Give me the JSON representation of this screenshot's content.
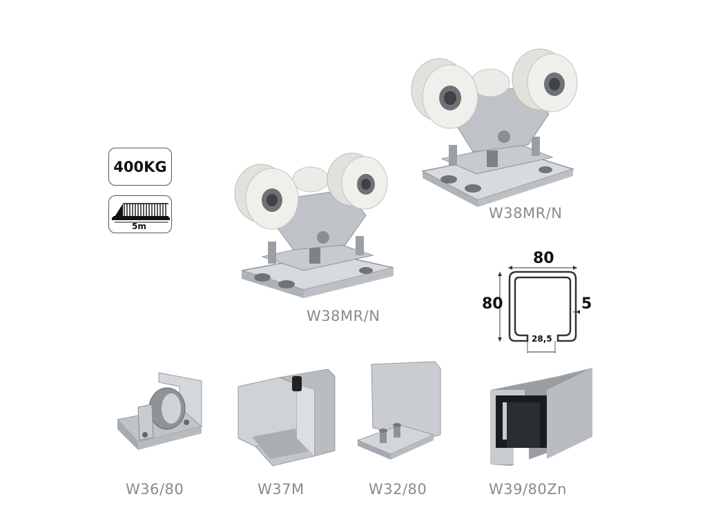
{
  "badges": {
    "weight": "400KG",
    "length": "5m"
  },
  "products": {
    "carriage_large": "W38MR/N",
    "carriage_small": "W38MR/N",
    "end_roller": "W36/80",
    "end_catcher": "W37M",
    "guide_roller": "W32/80",
    "rail": "W39/80Zn"
  },
  "profile": {
    "width": "80",
    "height": "80",
    "thickness": "5",
    "slot": "28,5"
  },
  "colors": {
    "label_gray": "#8a8a8a",
    "metal": "#c9ccd0",
    "wheel": "#eceae6"
  }
}
